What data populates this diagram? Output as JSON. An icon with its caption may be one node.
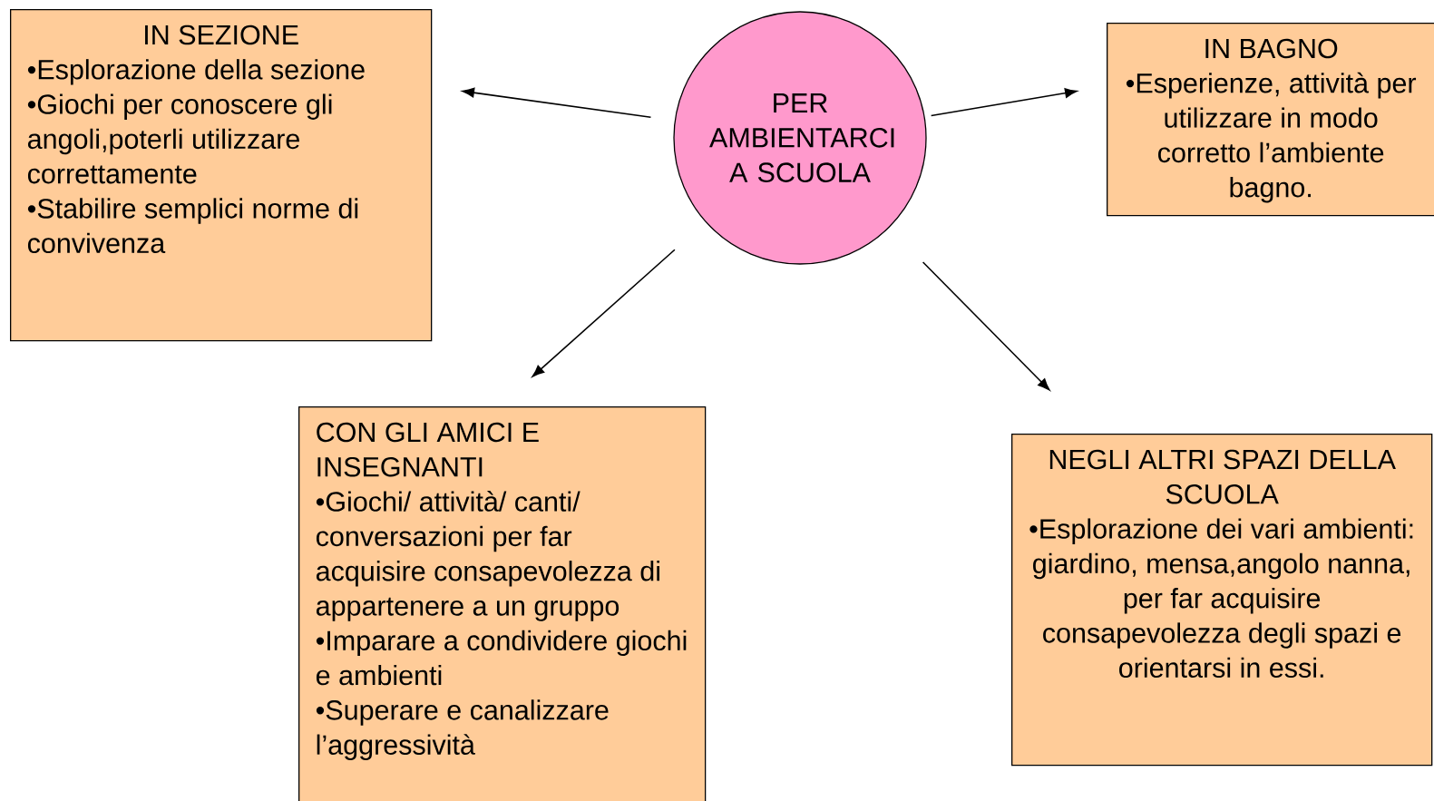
{
  "diagram": {
    "nodes": [
      {
        "text": [
          "PER AMBIENTARCI A SCUOLA"
        ]
      },
      {
        "text": [
          "IN SEZIONE",
          "•Esplorazione della sezione",
          "•Giochi per conoscere gli angoli,poterli utilizzare correttamente",
          "•Stabilire semplici norme di convivenza"
        ]
      },
      {
        "text": [
          "IN BAGNO",
          "•Esperienze, attività per utilizzare in modo corretto l’ambiente bagno."
        ]
      },
      {
        "text": [
          "CON GLI AMICI E INSEGNANTI",
          "•Giochi/ attività/ canti/ conversazioni per far acquisire consapevolezza di appartenere a un gruppo",
          "•Imparare a condividere giochi e ambienti",
          "•Superare e canalizzare l’aggressività"
        ]
      },
      {
        "text": [
          "NEGLI ALTRI SPAZI DELLA SCUOLA",
          "•Esplorazione dei vari ambienti: giardino, mensa,angolo nanna, per far acquisire consapevolezza degli spazi e orientarsi in essi."
        ]
      }
    ],
    "edges": [
      {
        "from": 0,
        "to": 1,
        "arrow": "to"
      },
      {
        "from": 0,
        "to": 2,
        "arrow": "to"
      },
      {
        "from": 0,
        "to": 3,
        "arrow": "to"
      },
      {
        "from": 0,
        "to": 4,
        "arrow": "to"
      }
    ]
  }
}
